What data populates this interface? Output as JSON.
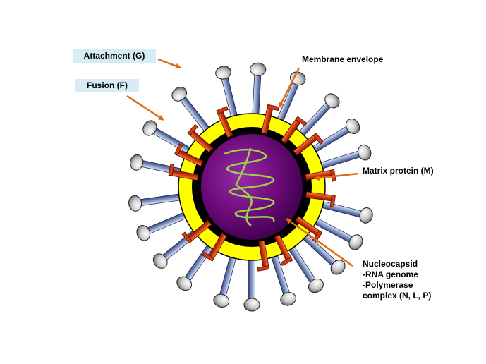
{
  "labels": {
    "attachment": "Attachment (G)",
    "fusion": "Fusion (F)",
    "membrane": "Membrane envelope",
    "matrix": "Matrix protein (M)",
    "nucleocapsid": {
      "line1": "Nucleocapsid",
      "line2": "-RNA genome",
      "line3": "-Polymerase",
      "line4": "complex (N, L, P)"
    }
  },
  "colors": {
    "envelope_yellow": "#ffff00",
    "matrix_black": "#000000",
    "core_purple": "#6a0a78",
    "rna_green": "#9bd14d",
    "spike_blue": "#8ca0d0",
    "fusion_red": "#d43a10",
    "label_box": "#d6ecf5",
    "arrow_orange": "#e06a10"
  },
  "icons": [
    "attachment-spike-icon",
    "fusion-spike-icon",
    "rna-genome-icon"
  ]
}
